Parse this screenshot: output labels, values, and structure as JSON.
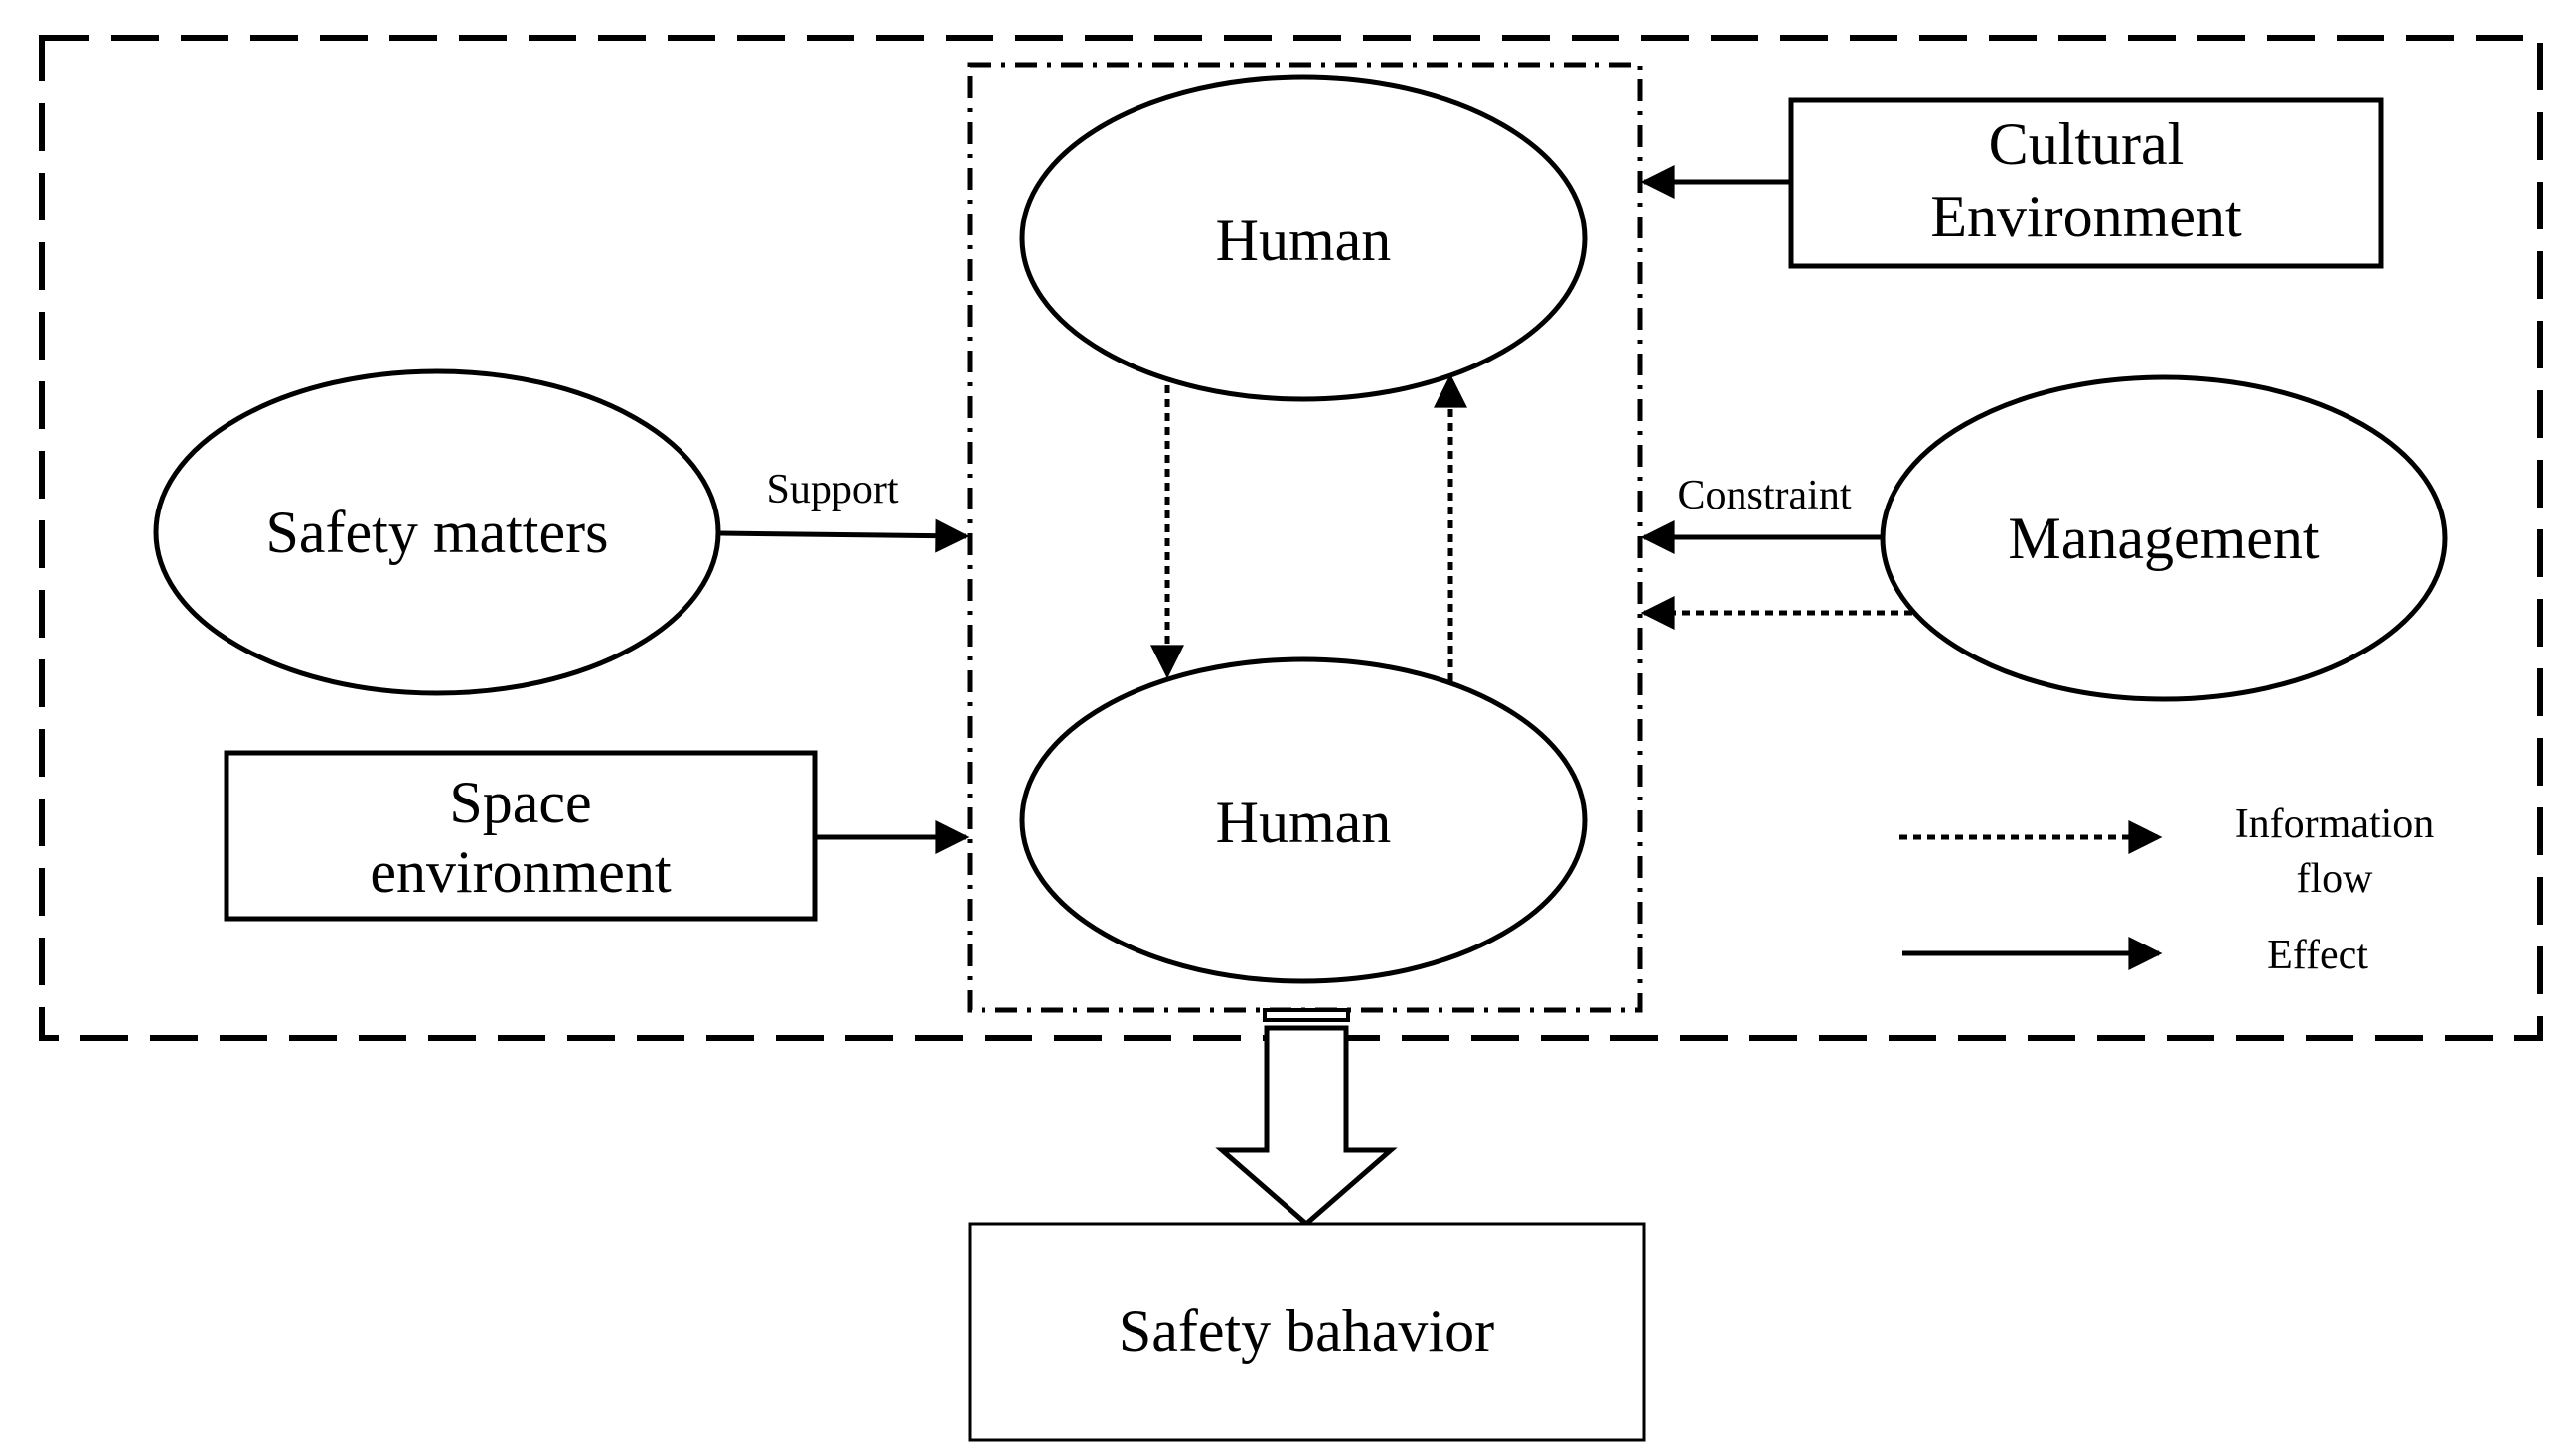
{
  "nodes": {
    "human_top": "Human",
    "human_bottom": "Human",
    "safety_matters": "Safety matters",
    "management": "Management",
    "cultural_environment": [
      "Cultural",
      "Environment"
    ],
    "space_environment": [
      "Space",
      "environment"
    ],
    "safety_behavior": "Safety bahavior"
  },
  "edge_labels": {
    "support": "Support",
    "constraint": "Constraint"
  },
  "legend": {
    "information_flow": [
      "Information",
      "flow"
    ],
    "effect": "Effect"
  },
  "colors": {
    "stroke": "#000000",
    "background": "#ffffff"
  }
}
